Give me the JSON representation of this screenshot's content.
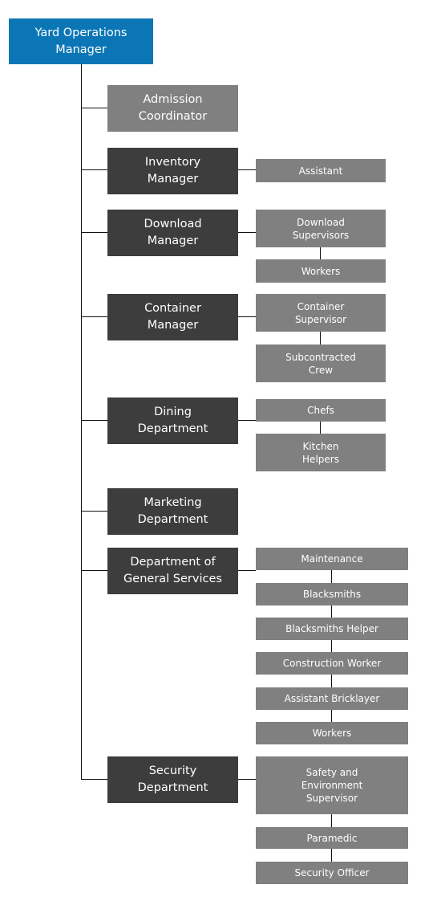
{
  "root": {
    "label": "Yard Operations\nManager"
  },
  "departments": [
    {
      "label": "Admission\nCoordinator"
    },
    {
      "label": "Inventory\nManager"
    },
    {
      "label": "Download\nManager"
    },
    {
      "label": "Container\nManager"
    },
    {
      "label": "Dining\nDepartment"
    },
    {
      "label": "Marketing\nDepartment"
    },
    {
      "label": "Department of\nGeneral Services"
    },
    {
      "label": "Security\nDepartment"
    }
  ],
  "subs": {
    "inventory": [
      "Assistant"
    ],
    "download": [
      "Download\nSupervisors",
      "Workers"
    ],
    "container": [
      "Container\nSupervisor",
      "Subcontracted\nCrew"
    ],
    "dining": [
      "Chefs",
      "Kitchen\nHelpers"
    ],
    "general_services": [
      "Maintenance",
      "Blacksmiths",
      "Blacksmiths Helper",
      "Construction Worker",
      "Assistant Bricklayer",
      "Workers"
    ],
    "security": [
      "Safety and\nEnvironment\nSupervisor",
      "Paramedic",
      "Security Officer"
    ]
  },
  "colors": {
    "root": "#0b76b6",
    "department": "#3d3d3d",
    "sub": "#808080",
    "connector": "#111111"
  }
}
